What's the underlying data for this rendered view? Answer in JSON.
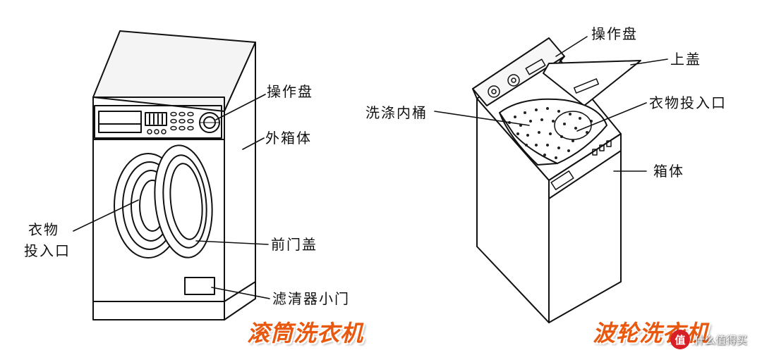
{
  "drum": {
    "labels": {
      "control_panel": "操作盘",
      "outer_cabinet": "外箱体",
      "laundry_opening_line1": "衣物",
      "laundry_opening_line2": "投入口",
      "front_door": "前门盖",
      "filter_door": "滤清器小门"
    },
    "caption": "滚筒洗衣机"
  },
  "pulsator": {
    "labels": {
      "control_panel": "操作盘",
      "top_lid": "上盖",
      "inner_tub": "洗涤内桶",
      "laundry_opening": "衣物投入口",
      "cabinet": "箱体"
    },
    "caption": "波轮洗衣机"
  },
  "watermark": {
    "logo": "值",
    "text": "什么值得买"
  },
  "colors": {
    "line": "#111111",
    "caption": "#e8580e",
    "watermark_logo": "#d61f26"
  }
}
